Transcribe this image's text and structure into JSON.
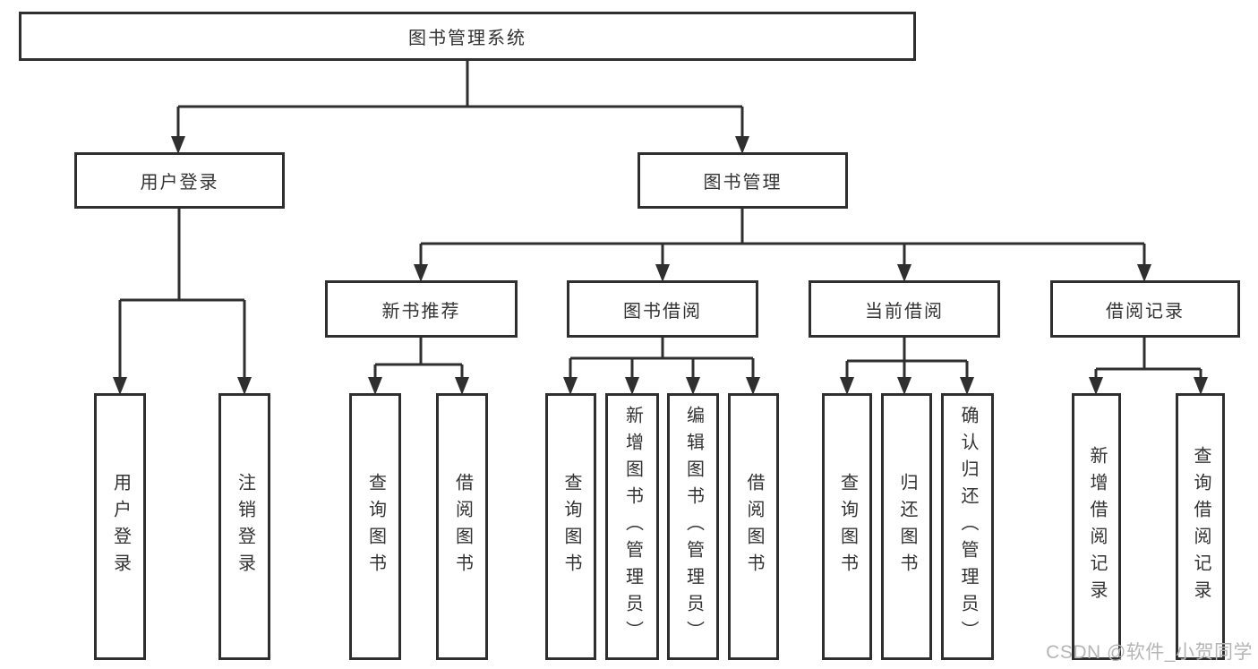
{
  "diagram": {
    "type": "function-structure-tree",
    "root": {
      "label": "图书管理系统"
    },
    "level2": [
      {
        "label": "用户登录",
        "children": [
          {
            "label": "用户登录"
          },
          {
            "label": "注销登录"
          }
        ]
      },
      {
        "label": "图书管理",
        "children": [
          {
            "label": "新书推荐",
            "children": [
              {
                "label": "查询图书"
              },
              {
                "label": "借阅图书"
              }
            ]
          },
          {
            "label": "图书借阅",
            "children": [
              {
                "label": "查询图书"
              },
              {
                "label": "新增图书（管理员）"
              },
              {
                "label": "编辑图书（管理员）"
              },
              {
                "label": "借阅图书"
              }
            ]
          },
          {
            "label": "当前借阅",
            "children": [
              {
                "label": "查询图书"
              },
              {
                "label": "归还图书"
              },
              {
                "label": "确认归还（管理员）"
              }
            ]
          },
          {
            "label": "借阅记录",
            "children": [
              {
                "label": "新增借阅记录"
              },
              {
                "label": "查询借阅记录"
              }
            ]
          }
        ]
      }
    ]
  },
  "watermark": {
    "text": "CSDN @软件_小贺同学",
    "color": "#b5b5b5"
  },
  "colors": {
    "line": "#2f2f2f",
    "text": "#333333",
    "box_border": "#2f2f2f",
    "background": "#ffffff"
  }
}
